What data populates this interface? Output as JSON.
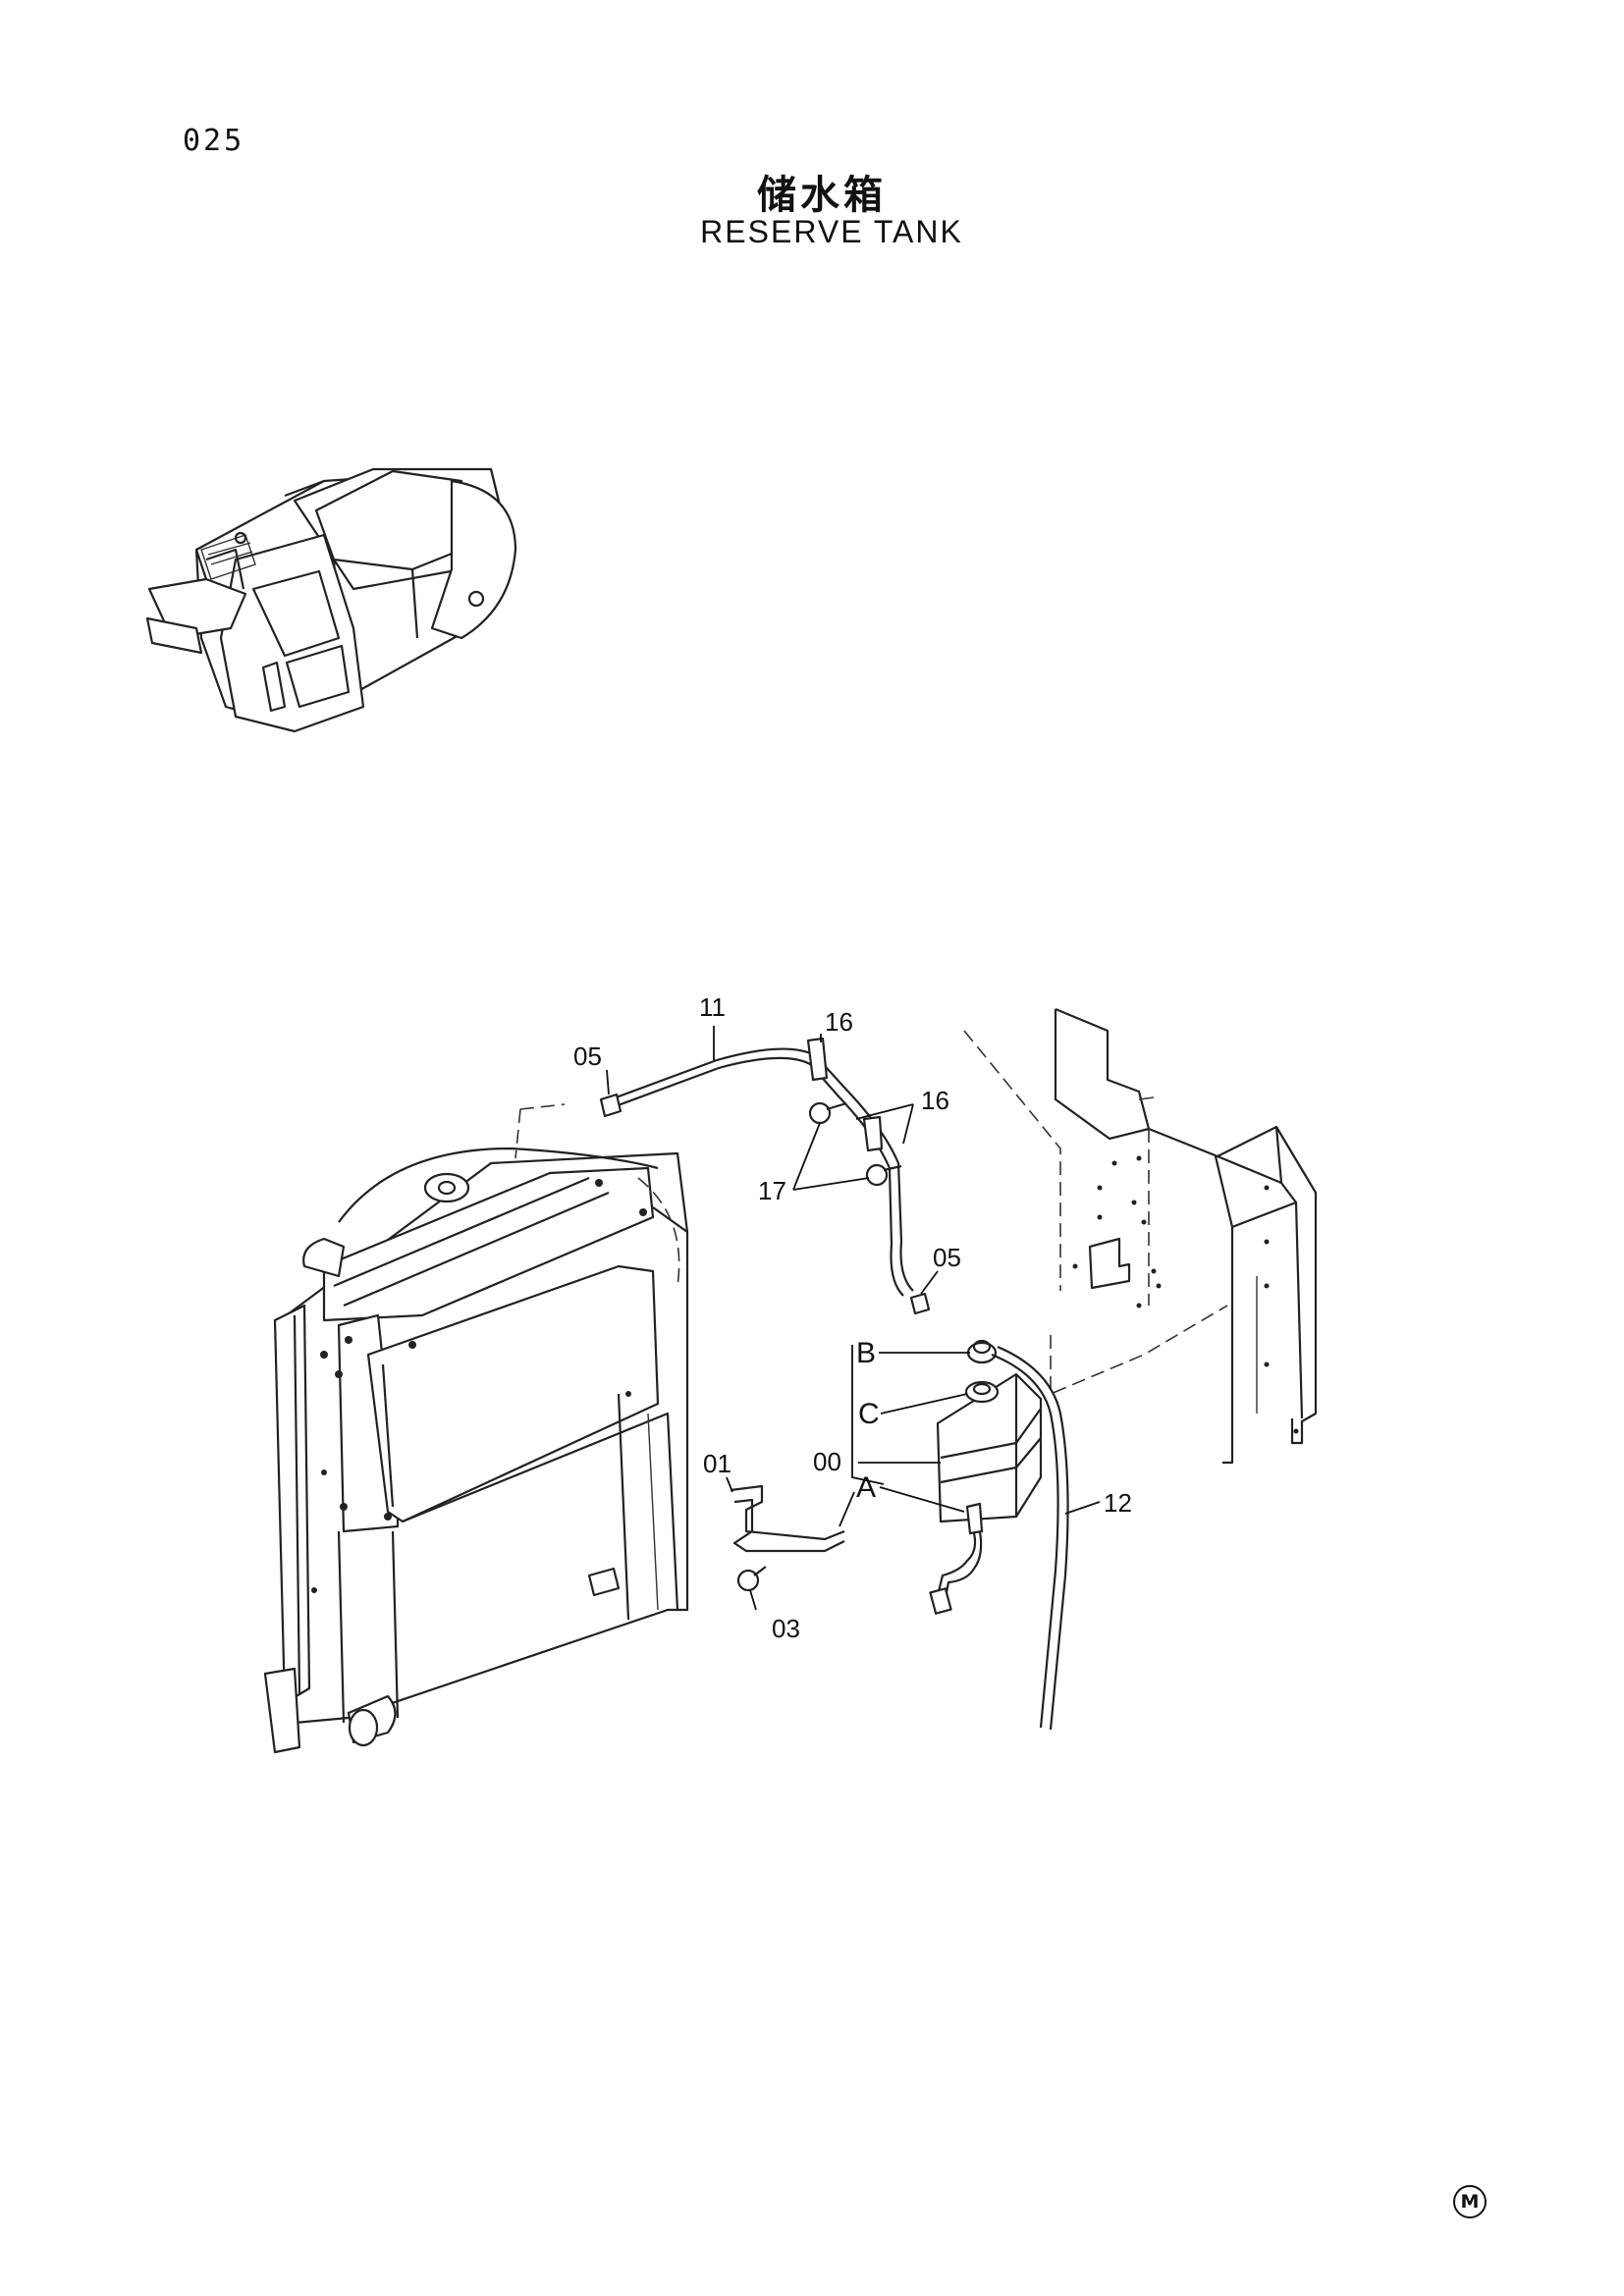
{
  "header": {
    "page_number": "025",
    "title_cn": "储水箱",
    "title_en": "RESERVE TANK"
  },
  "callouts": {
    "c11": "11",
    "c16a": "16",
    "c16b": "16",
    "c05a": "05",
    "c05b": "05",
    "c17": "17",
    "cB": "B",
    "cC": "C",
    "c00": "00",
    "cA": "A",
    "c01": "01",
    "c03": "03",
    "c12": "12"
  },
  "footer": {
    "mark": "M"
  }
}
